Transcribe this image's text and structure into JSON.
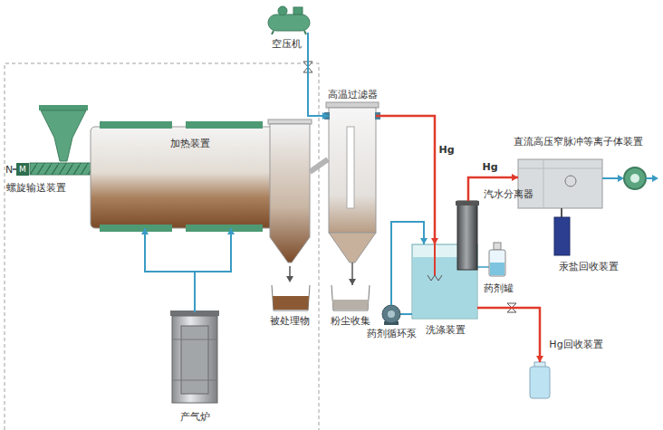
{
  "diagram": {
    "nodes": [
      {
        "text": [
          "空压机"
        ]
      },
      {
        "text": [
          "高温过滤器"
        ]
      },
      {
        "text": [
          "加热装置"
        ]
      },
      {
        "text": [
          "M"
        ]
      },
      {
        "text": [
          "螺旋输送装置"
        ]
      },
      {
        "text": [
          "直流高压窄脉冲等离子体装置"
        ]
      },
      {
        "text": [
          "汽水分离器"
        ]
      },
      {
        "text": [
          "药剂罐"
        ]
      },
      {
        "text": [
          "汞盐回收装置"
        ]
      },
      {
        "text": [
          "被处理物"
        ]
      },
      {
        "text": [
          "粉尘收集"
        ]
      },
      {
        "text": [
          "药剂循环泵"
        ]
      },
      {
        "text": [
          "洗涤装置"
        ]
      },
      {
        "text": [
          "Hg回收装置"
        ]
      },
      {
        "text": [
          "产气炉"
        ]
      }
    ],
    "edges": [
      {
        "from": 0,
        "to": 1,
        "arrow": "to"
      },
      {
        "from": 1,
        "to": 12,
        "label": "Hg",
        "arrow": "to"
      },
      {
        "from": 6,
        "to": 5,
        "label": "Hg",
        "arrow": "to"
      },
      {
        "from": 11,
        "to": 12,
        "arrow": "to"
      },
      {
        "from": 12,
        "to": 13,
        "arrow": "to"
      },
      {
        "from": 14,
        "to": 2,
        "arrow": "to"
      },
      {
        "from": 1,
        "to": 10,
        "arrow": "to"
      }
    ],
    "labels": [
      "N"
    ]
  }
}
